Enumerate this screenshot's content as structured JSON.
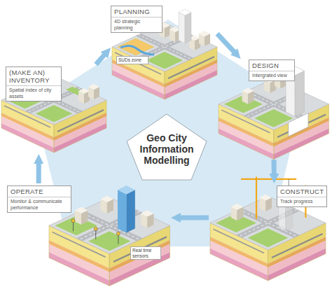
{
  "diagram": {
    "nodes": [
      {
        "text": [
          "Geo City Information Modelling"
        ]
      },
      {
        "text": [
          "PLANNING",
          "4D strategic planning"
        ]
      },
      {
        "text": [
          "DESIGN",
          "Intergrated view"
        ]
      },
      {
        "text": [
          "CONSTRUCT",
          "Track progress"
        ]
      },
      {
        "text": [
          "OPERATE",
          "Monitor & communicate performance"
        ]
      },
      {
        "text": [
          "(MAKE AN) INVENTORY",
          "Spatial index of city assets"
        ]
      }
    ],
    "edges": [
      {
        "from": 1,
        "to": 2,
        "arrow": "to"
      },
      {
        "from": 2,
        "to": 3,
        "arrow": "to"
      },
      {
        "from": 3,
        "to": 4,
        "arrow": "to"
      },
      {
        "from": 4,
        "to": 5,
        "arrow": "to"
      },
      {
        "from": 5,
        "to": 1,
        "arrow": "to"
      }
    ],
    "labels": [
      "SUDs zone",
      "Real time sensors"
    ]
  }
}
